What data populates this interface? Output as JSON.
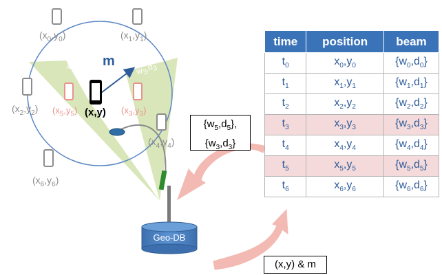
{
  "phones": [
    {
      "id": "p0",
      "label": "(x<sub>0</sub>,y<sub>0</sub>)",
      "color": "#8c8c8c"
    },
    {
      "id": "p1",
      "label": "(x<sub>1</sub>,y<sub>1</sub>)",
      "color": "#8c8c8c"
    },
    {
      "id": "p2",
      "label": "(x<sub>2</sub>,y<sub>2</sub>)",
      "color": "#8c8c8c"
    },
    {
      "id": "p5",
      "label": "(x<sub>5</sub>,y<sub>5</sub>)",
      "color": "#e8938c"
    },
    {
      "id": "p3",
      "label": "(x<sub>3</sub>,y<sub>3</sub>)",
      "color": "#e8938c"
    },
    {
      "id": "p4",
      "label": "(x<sub>4</sub>,y<sub>4</sub>)",
      "color": "#8c8c8c"
    },
    {
      "id": "p6",
      "label": "(x<sub>6</sub>,y<sub>6</sub>)",
      "color": "#8c8c8c"
    },
    {
      "id": "user",
      "label": "(x,y)",
      "color": "#000000"
    }
  ],
  "beam_labels": {
    "left": "w<sub>5</sub>,d<sub>5</sub>",
    "right": "w<sub>3</sub>,d<sub>3</sub>"
  },
  "vector_label": "m",
  "db_label": "Geo-DB",
  "callout_response": "{w<sub>5</sub>,d<sub>5</sub>},<br>{w<sub>3</sub>,d<sub>3</sub>}",
  "callout_query": "(x,y) &amp; m",
  "table": {
    "headers": [
      "time",
      "position",
      "beam"
    ],
    "rows": [
      {
        "time": "t<sub>0</sub>",
        "position": "x<sub>0</sub>,y<sub>0</sub>",
        "beam": "{w<sub>0</sub>,d<sub>0</sub>}",
        "highlight": false
      },
      {
        "time": "t<sub>1</sub>",
        "position": "x<sub>1</sub>,y<sub>1</sub>",
        "beam": "{w<sub>1</sub>,d<sub>1</sub>}",
        "highlight": false
      },
      {
        "time": "t<sub>2</sub>",
        "position": "x<sub>2</sub>,y<sub>2</sub>",
        "beam": "{w<sub>2</sub>,d<sub>2</sub>}",
        "highlight": false
      },
      {
        "time": "t<sub>3</sub>",
        "position": "x<sub>3</sub>,y<sub>3</sub>",
        "beam": "{w<sub>3</sub>,d<sub>3</sub>}",
        "highlight": true
      },
      {
        "time": "t<sub>4</sub>",
        "position": "x<sub>4</sub>,y<sub>4</sub>",
        "beam": "{w<sub>4</sub>,d<sub>4</sub>}",
        "highlight": false
      },
      {
        "time": "t<sub>5</sub>",
        "position": "x<sub>5</sub>,y<sub>5</sub>",
        "beam": "{w<sub>5</sub>,d<sub>5</sub>}",
        "highlight": true
      },
      {
        "time": "t<sub>6</sub>",
        "position": "x<sub>6</sub>,y<sub>6</sub>",
        "beam": "{w<sub>6</sub>,d<sub>6</sub>}",
        "highlight": false
      }
    ]
  },
  "colors": {
    "beam_fill": "#cfe0a8",
    "circle": "#5b86c4",
    "arrow": "#f3b9b3",
    "table_header": "#3b73b9",
    "highlight": "#f4dada",
    "db": "#4f86c6"
  }
}
